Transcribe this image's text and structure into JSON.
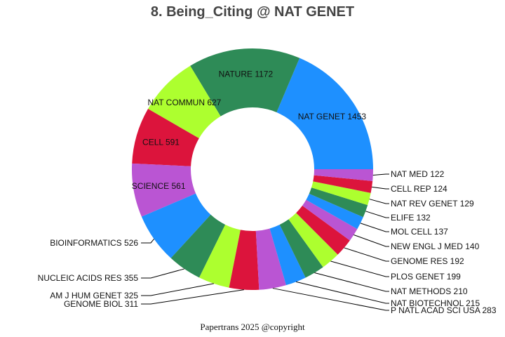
{
  "title": "8. Being_Citing @ NAT GENET",
  "footer": "Papertrans 2025 @copyright",
  "chart_data": {
    "type": "pie",
    "title": "8. Being_Citing @ NAT GENET",
    "donut": true,
    "categories": [
      "NAT GENET",
      "NATURE",
      "NAT COMMUN",
      "CELL",
      "SCIENCE",
      "BIOINFORMATICS",
      "NUCLEIC ACIDS RES",
      "AM J HUM GENET",
      "GENOME BIOL",
      "P NATL ACAD SCI USA",
      "NAT BIOTECHNOL",
      "NAT METHODS",
      "PLOS GENET",
      "GENOME RES",
      "NEW ENGL J MED",
      "MOL CELL",
      "ELIFE",
      "NAT REV GENET",
      "CELL REP",
      "NAT MED"
    ],
    "values": [
      1453,
      1172,
      627,
      591,
      561,
      526,
      355,
      325,
      311,
      283,
      215,
      210,
      199,
      192,
      140,
      137,
      132,
      129,
      124,
      122
    ],
    "colors": [
      "#1E90FF",
      "#2E8B57",
      "#ADFF2F",
      "#DC143C",
      "#BA55D3"
    ],
    "inside_labels": [
      "NAT GENET",
      "NATURE",
      "NAT COMMUN",
      "CELL",
      "SCIENCE"
    ]
  }
}
